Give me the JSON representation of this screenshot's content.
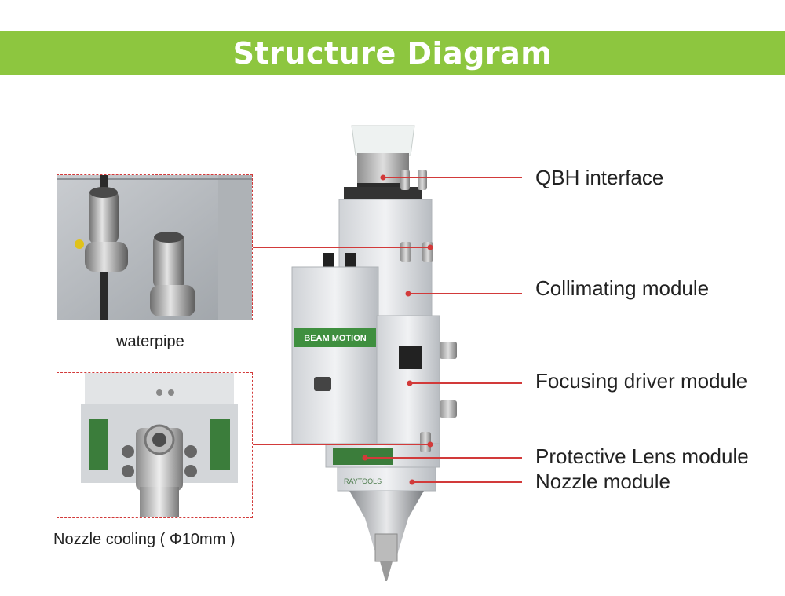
{
  "title": "Structure Diagram",
  "insets": [
    {
      "caption": "waterpipe"
    },
    {
      "caption": "Nozzle cooling ( Φ10mm )"
    }
  ],
  "callouts": [
    {
      "label": "QBH interface"
    },
    {
      "label": "Collimating module"
    },
    {
      "label": "Focusing driver module"
    },
    {
      "label": "Protective Lens module"
    },
    {
      "label": "Nozzle module"
    }
  ],
  "product": {
    "brand_plate": "BEAM MOTION",
    "logo_text": "RAYTOOLS"
  },
  "colors": {
    "banner": "#8dc63f",
    "leader": "#d23a3a",
    "accent_green": "#3b7d3b"
  }
}
